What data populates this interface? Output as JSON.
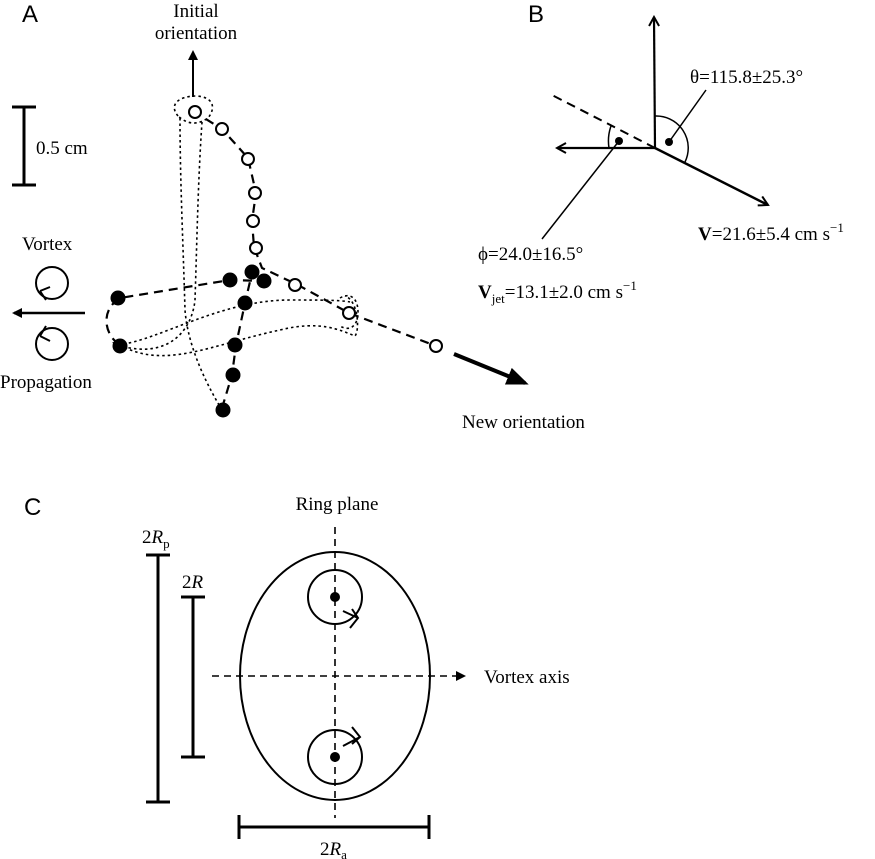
{
  "figure": {
    "colors": {
      "ink": "#000000",
      "background": "#ffffff"
    },
    "panel_a": {
      "label": "A",
      "initial_orientation": [
        "Initial",
        "orientation"
      ],
      "scale_bar": "0.5 cm",
      "vortex": "Vortex",
      "propagation": "Propagation",
      "new_orientation": "New orientation",
      "open_markers_count": 10,
      "filled_markers_count": 9
    },
    "panel_b": {
      "label": "B",
      "theta": "θ=115.8±25.3°",
      "v_bold": "V",
      "v_rest": "=21.6±5.4 cm s",
      "v_sup": "−1",
      "phi": "ϕ=24.0±16.5°",
      "vjet_bold": "V",
      "vjet_sub": "jet",
      "vjet_rest": "=13.1±2.0 cm s",
      "vjet_sup": "−1"
    },
    "panel_c": {
      "label": "C",
      "ring_plane": "Ring plane",
      "vortex_axis": "Vortex axis",
      "two_rp": {
        "main": "2",
        "italic": "R",
        "sub": "p"
      },
      "two_r": {
        "main": "2",
        "italic": "R"
      },
      "two_ra": {
        "main": "2",
        "italic": "R",
        "sub": "a"
      }
    }
  }
}
